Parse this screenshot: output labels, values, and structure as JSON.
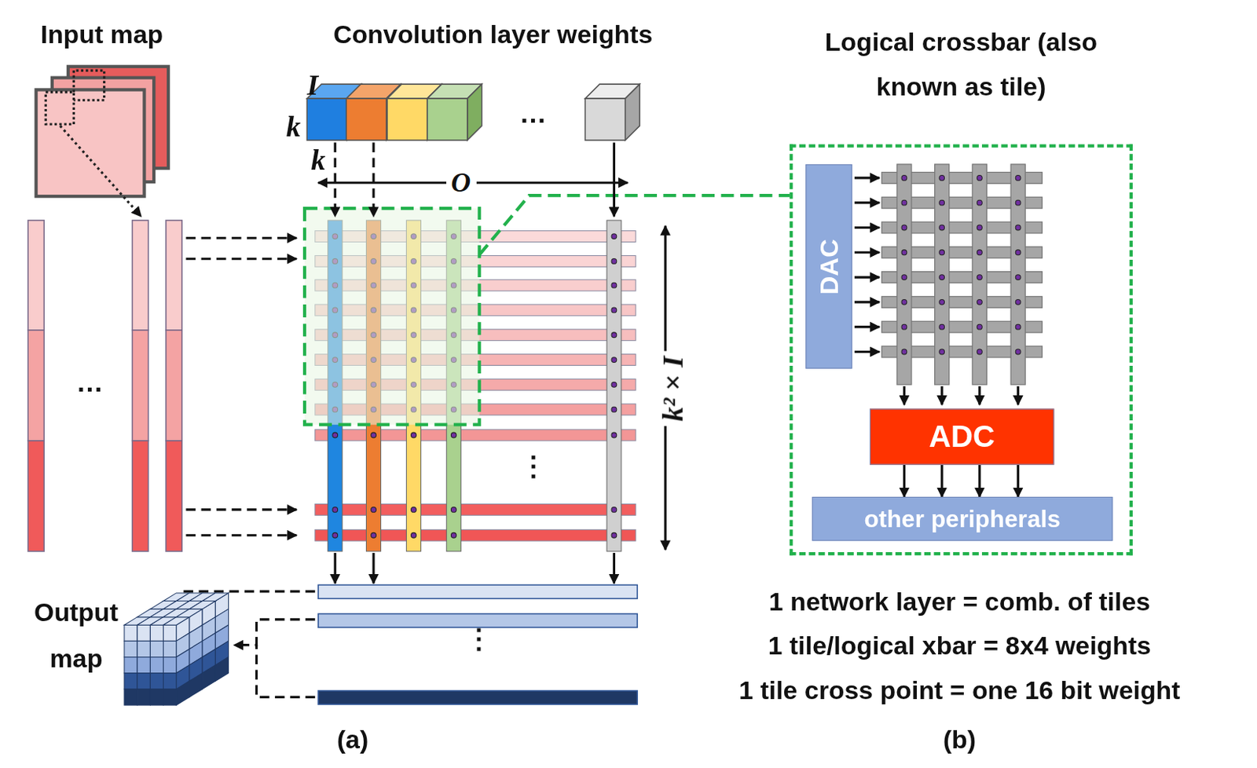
{
  "diagram": {
    "nodes": [
      {
        "text": [
          "Logical crossbar (also known as tile)"
        ]
      },
      {
        "text": [
          "DAC"
        ],
        "in": 0
      },
      {
        "text": [
          "ADC"
        ],
        "in": 0
      },
      {
        "text": [
          "other peripherals"
        ],
        "in": 0
      }
    ],
    "edges": [
      {
        "from": 2,
        "to": 3,
        "arrow": "to"
      },
      {
        "from": 2,
        "to": 3,
        "arrow": "to"
      },
      {
        "from": 2,
        "to": 3,
        "arrow": "to"
      },
      {
        "from": 2,
        "to": 3,
        "arrow": "to"
      }
    ],
    "labels": [
      "Input map",
      "Convolution layer weights",
      "I",
      "k",
      "k",
      "…",
      "O",
      "…",
      "⋮",
      "k² × I",
      "⋮",
      "Output map",
      "(a)",
      "1 network layer = comb. of tiles",
      "1 tile/logical xbar = 8x4 weights",
      "1 tile cross point = one 16 bit weight",
      "(b)"
    ]
  }
}
